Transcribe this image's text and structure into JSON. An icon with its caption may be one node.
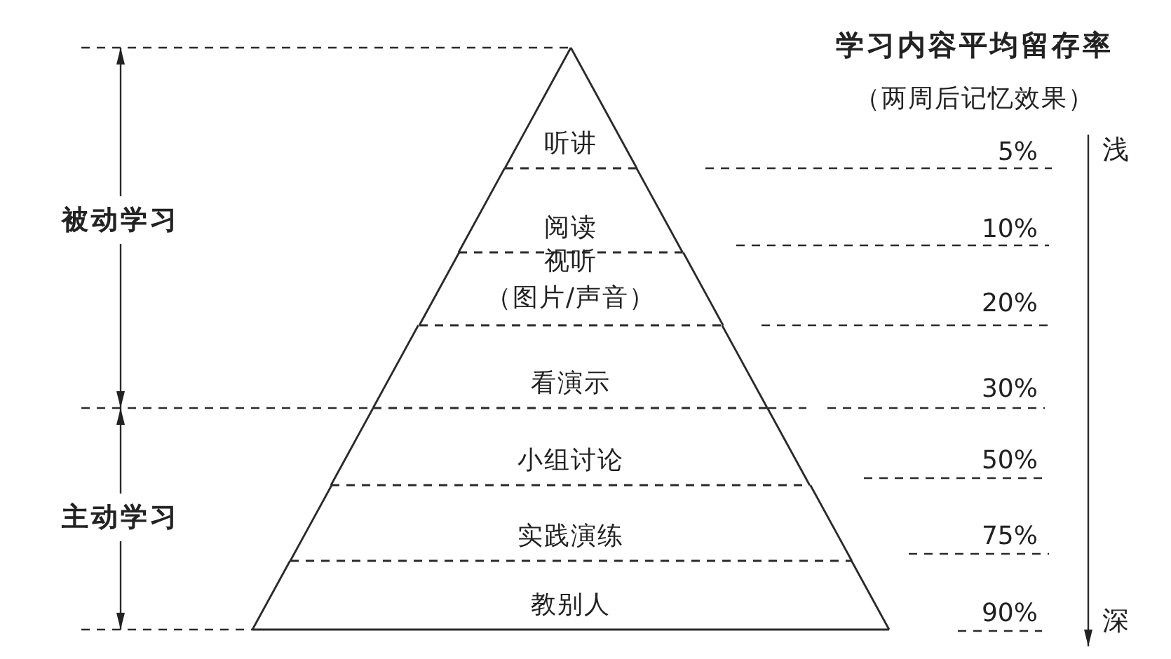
{
  "diagram": {
    "nodes": [
      {
        "text": [
          "听讲"
        ]
      },
      {
        "text": [
          "阅读"
        ]
      },
      {
        "text": [
          "视听",
          "（图片/声音）"
        ]
      },
      {
        "text": [
          "看演示"
        ]
      },
      {
        "text": [
          "小组讨论"
        ]
      },
      {
        "text": [
          "实践演练"
        ]
      },
      {
        "text": [
          "教别人"
        ]
      }
    ],
    "labels": [
      "学习内容平均留存率",
      "（两周后记忆效果）",
      "被动学习",
      "5%",
      "浅",
      "10%",
      "20%",
      "30%",
      "主动学习",
      "50%",
      "75%",
      "90%",
      "深"
    ]
  }
}
